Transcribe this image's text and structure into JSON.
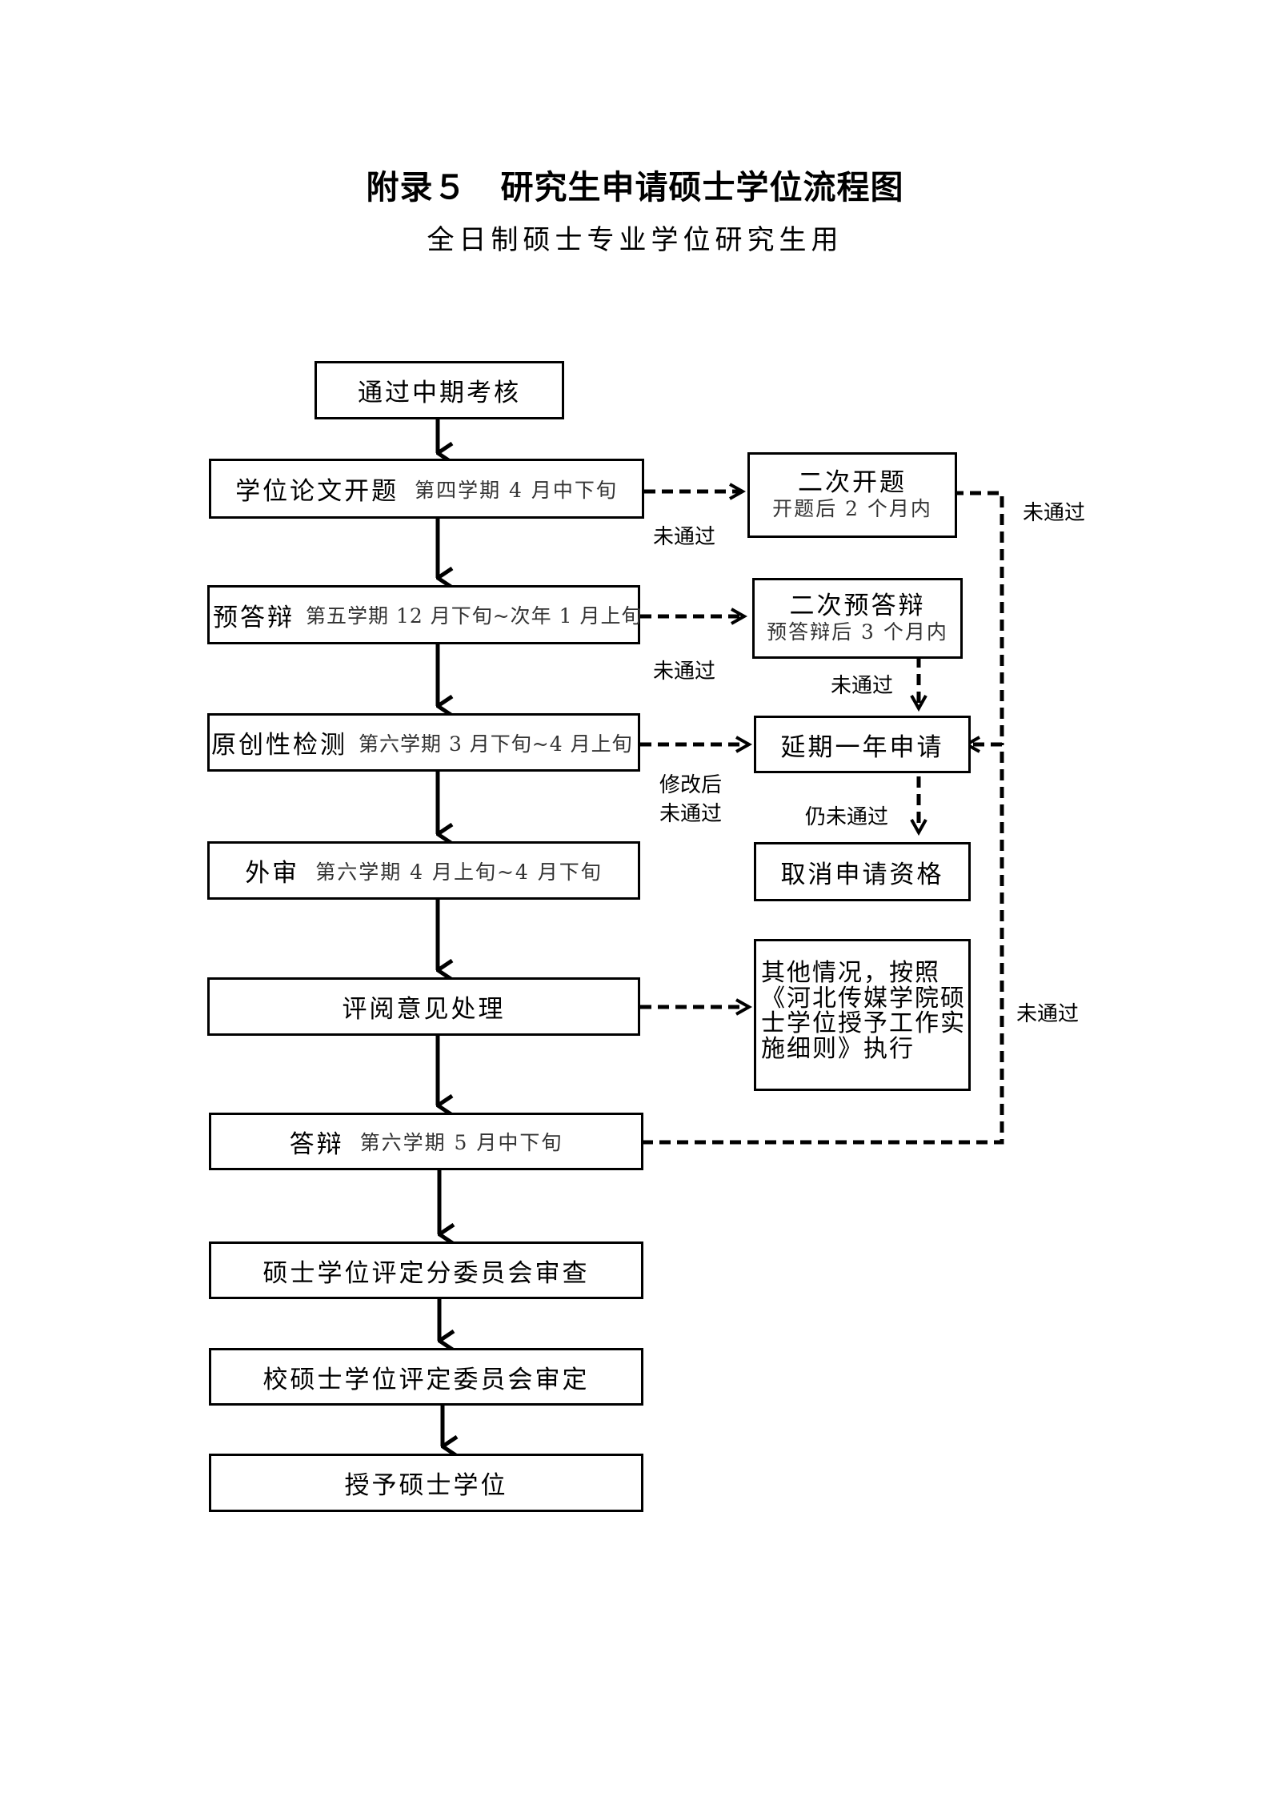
{
  "title": "附录５　研究生申请硕士学位流程图",
  "subtitle": "全日制硕士专业学位研究生用",
  "steps": {
    "midterm": {
      "label": "通过中期考核"
    },
    "proposal": {
      "label": "学位论文开题",
      "time": "第四学期 4 月中下旬"
    },
    "predefense": {
      "label": "预答辩",
      "time": "第五学期 12 月下旬~次年 1 月上旬"
    },
    "originality": {
      "label": "原创性检测",
      "time": "第六学期 3 月下旬~4 月上旬"
    },
    "review": {
      "label": "外审",
      "time": "第六学期 4 月上旬~4 月下旬"
    },
    "opinion": {
      "label": "评阅意见处理"
    },
    "defense": {
      "label": "答辩",
      "time": "第六学期 5 月中下旬"
    },
    "subcommittee": {
      "label": "硕士学位评定分委员会审查"
    },
    "committee": {
      "label": "校硕士学位评定委员会审定"
    },
    "award": {
      "label": "授予硕士学位"
    }
  },
  "side": {
    "second_proposal": {
      "title": "二次开题",
      "note": "开题后 2 个月内"
    },
    "second_predefense": {
      "title": "二次预答辩",
      "note": "预答辩后 3 个月内"
    },
    "extension": {
      "title": "延期一年申请"
    },
    "cancel": {
      "title": "取消申请资格"
    },
    "other": {
      "text": "其他情况，按照《河北传媒学院硕士学位授予工作实施细则》执行"
    }
  },
  "labels": {
    "proposal_fail": "未通过",
    "second_proposal_fail": "未通过",
    "predefense_fail": "未通过",
    "second_predefense_fail": "未通过",
    "revise": "修改后",
    "revise_fail": "未通过",
    "still_fail": "仍未通过",
    "defense_fail": "未通过"
  }
}
